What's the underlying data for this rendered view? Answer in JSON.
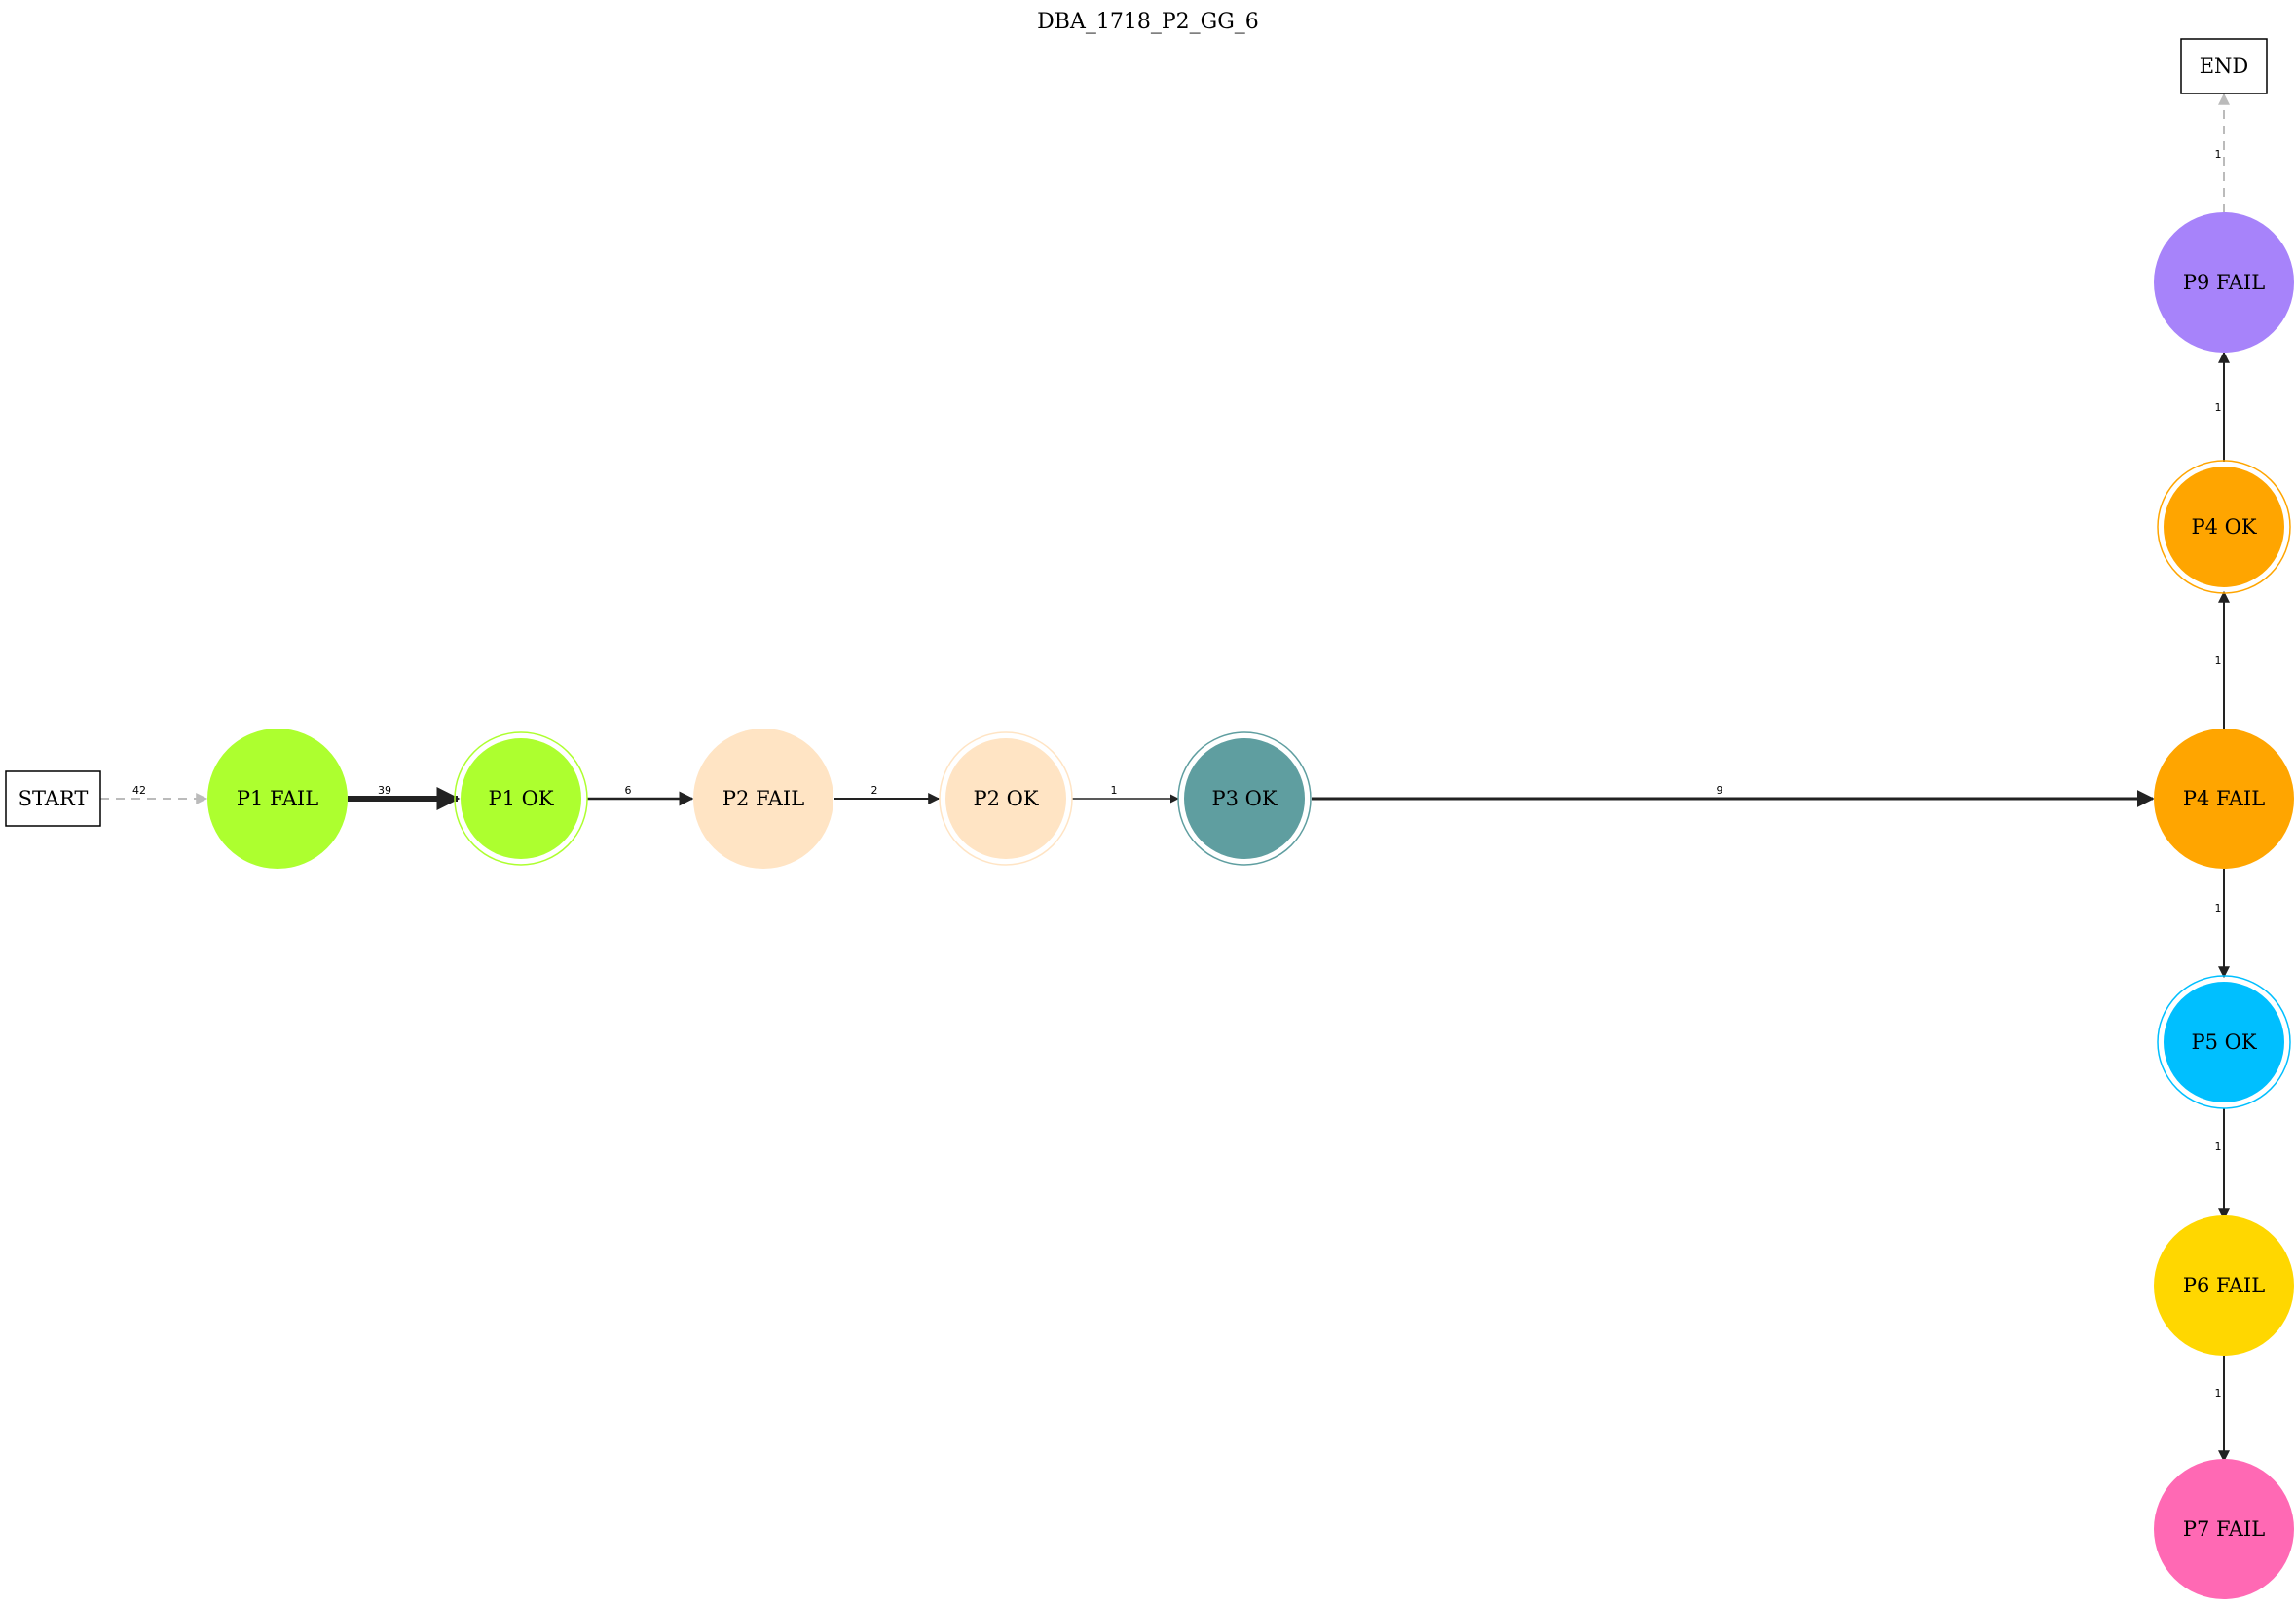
{
  "title": "DBA_1718_P2_GG_6",
  "nodes": {
    "start": {
      "label": "START"
    },
    "end": {
      "label": "END"
    },
    "p1fail": {
      "label": "P1 FAIL",
      "color": "#adff2f"
    },
    "p1ok": {
      "label": "P1 OK",
      "color": "#adff2f"
    },
    "p2fail": {
      "label": "P2 FAIL",
      "color": "#ffe4c4"
    },
    "p2ok": {
      "label": "P2 OK",
      "color": "#ffe4c4"
    },
    "p3ok": {
      "label": "P3 OK",
      "color": "#5f9ea0"
    },
    "p4fail": {
      "label": "P4 FAIL",
      "color": "#ffa500"
    },
    "p4ok": {
      "label": "P4 OK",
      "color": "#ffa500"
    },
    "p5ok": {
      "label": "P5 OK",
      "color": "#00bfff"
    },
    "p6fail": {
      "label": "P6 FAIL",
      "color": "#ffd700"
    },
    "p7fail": {
      "label": "P7 FAIL",
      "color": "#ff69b4"
    },
    "p9fail": {
      "label": "P9 FAIL",
      "color": "#a783fa"
    }
  },
  "edges": {
    "start_p1fail": "42",
    "p1fail_p1ok": "39",
    "p1ok_p2fail": "6",
    "p2fail_p2ok": "2",
    "p2ok_p3ok": "1",
    "p3ok_p4fail": "9",
    "p4fail_p4ok": "1",
    "p4ok_p9fail": "1",
    "p9fail_end": "1",
    "p4fail_p5ok": "1",
    "p5ok_p6fail": "1",
    "p6fail_p7fail": "1"
  }
}
